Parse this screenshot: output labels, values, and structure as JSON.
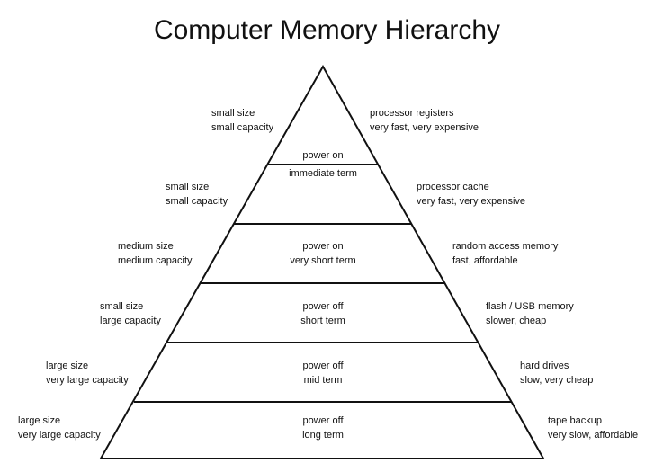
{
  "title": "Computer Memory Hierarchy",
  "levels": [
    {
      "left": [
        "small size",
        "small capacity"
      ],
      "center": [
        "power on",
        "immediate term"
      ],
      "right": [
        "processor registers",
        "very fast, very expensive"
      ]
    },
    {
      "left": [
        "small size",
        "small capacity"
      ],
      "center": [],
      "right": [
        "processor cache",
        "very fast, very expensive"
      ]
    },
    {
      "left": [
        "medium size",
        "medium capacity"
      ],
      "center": [
        "power on",
        "very short term"
      ],
      "right": [
        "random access memory",
        "fast, affordable"
      ]
    },
    {
      "left": [
        "small size",
        "large capacity"
      ],
      "center": [
        "power off",
        "short term"
      ],
      "right": [
        "flash / USB memory",
        "slower, cheap"
      ]
    },
    {
      "left": [
        "large size",
        "very large capacity"
      ],
      "center": [
        "power off",
        "mid term"
      ],
      "right": [
        "hard drives",
        "slow, very cheap"
      ]
    },
    {
      "left": [
        "large size",
        "very large capacity"
      ],
      "center": [
        "power off",
        "long term"
      ],
      "right": [
        "tape backup",
        "very slow, affordable"
      ]
    }
  ]
}
